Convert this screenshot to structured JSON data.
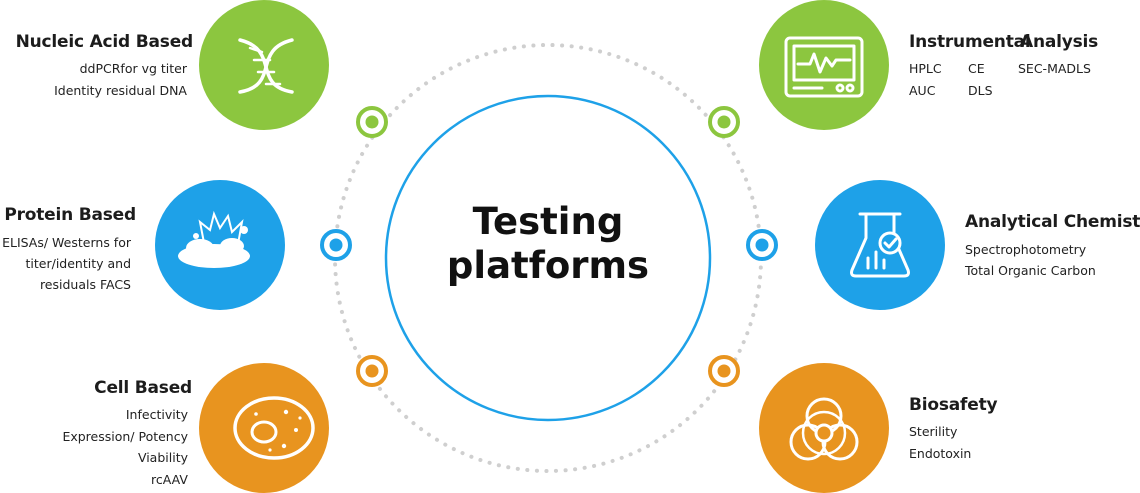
{
  "center": {
    "line1": "Testing",
    "line2": "platforms"
  },
  "colors": {
    "green": "#8cc63f",
    "blue": "#1ea1e8",
    "orange": "#e8941f",
    "dots": "#cfcfcf",
    "ring": "#1ea1e8"
  },
  "categories": [
    {
      "title": "Nucleic Acid Based",
      "lines": [
        "ddPCRfor vg titer",
        "Identity residual DNA"
      ],
      "icon": "dna-icon"
    },
    {
      "title": "Protein Based",
      "lines": [
        "ELISAs/ Westerns for",
        "titer/identity and",
        "residuals  FACS"
      ],
      "icon": "protein-structure-icon"
    },
    {
      "title": "Cell Based",
      "lines": [
        "Infectivity",
        "Expression/ Potency",
        "Viability",
        "rcAAV"
      ],
      "icon": "cell-icon"
    },
    {
      "title": "Instrumental",
      "title2": "Analysis",
      "grid": [
        [
          "HPLC",
          "CE",
          "SEC-MADLS"
        ],
        [
          "AUC",
          "DLS"
        ]
      ],
      "icon": "monitor-icon"
    },
    {
      "title": "Analytical Chemistry",
      "lines": [
        "Spectrophotometry",
        "Total Organic Carbon"
      ],
      "icon": "flask-icon"
    },
    {
      "title": "Biosafety",
      "lines": [
        "Sterility",
        "Endotoxin"
      ],
      "icon": "biohazard-icon"
    }
  ]
}
